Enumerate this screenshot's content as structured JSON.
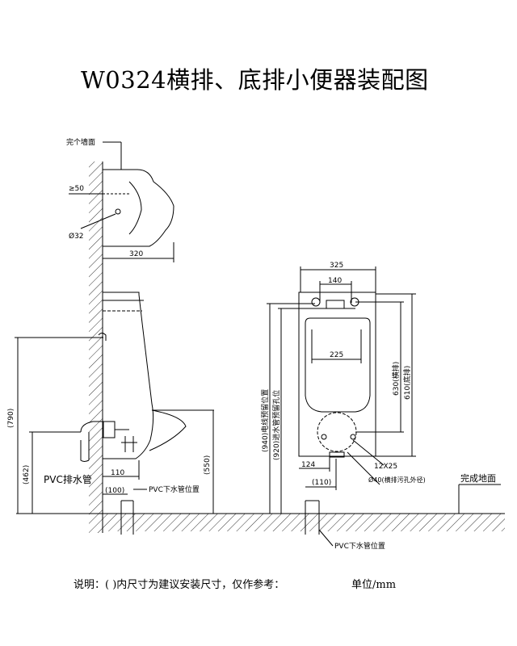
{
  "title": "W0324横排、底排小便器装配图",
  "labels": {
    "finished_wall": "完个墙面",
    "min_gap": "≥50",
    "pipe_dia": "Ø32",
    "depth": "320",
    "pvc_drain": "PVC排水管",
    "pvc_floor_pipe_left": "PVC下水管位置",
    "pvc_floor_pipe_right": "PVC下水管位置",
    "finished_floor": "完成地面",
    "width_325": "325",
    "width_140": "140",
    "width_225": "225",
    "dim_124": "124",
    "dim_12x25": "12X25",
    "dim_110_left": "110",
    "dim_100": "(100)",
    "dim_110_right": "(110)",
    "dim_790": "(790)",
    "dim_462": "(462)",
    "dim_550": "(550)",
    "dim_940": "(940)电线预留位置",
    "dim_920": "(920)进水管预留孔位",
    "dim_610": "610(底排)",
    "dim_630": "630(横排)",
    "drain_hole": "Ø40(横排污孔外径)"
  },
  "footer": {
    "note": "说明：( )内尺寸为建议安装尺寸，仅作参考：",
    "unit": "单位/mm"
  }
}
